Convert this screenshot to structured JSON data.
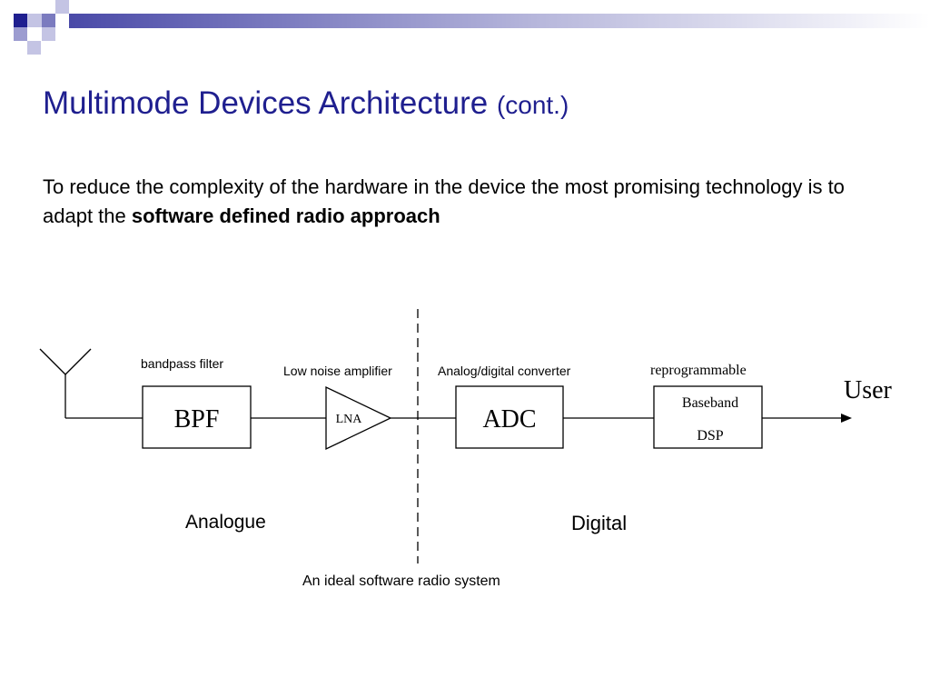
{
  "slide": {
    "title_main": "Multimode Devices Architecture",
    "title_suffix": "(cont.)",
    "body_prefix": "To reduce the complexity of the hardware in the device the most promising technology is to adapt the",
    "body_bold": "software defined radio approach"
  },
  "diagram": {
    "bpf_caption": "bandpass filter",
    "bpf_label": "BPF",
    "lna_caption": "Low noise amplifier",
    "lna_label": "LNA",
    "adc_caption": "Analog/digital converter",
    "adc_label": "ADC",
    "dsp_caption": "reprogrammable",
    "dsp_line1": "Baseband",
    "dsp_line2": "DSP",
    "output_label": "User",
    "analog_region": "Analogue",
    "digital_region": "Digital",
    "caption": "An ideal software radio system"
  },
  "colors": {
    "title": "#1f1f8f",
    "header_dark": "#1f1f8f",
    "header_mid": "#7b7bbf",
    "header_light": "#c4c4e4",
    "header_bar_start": "#4a4aa8"
  }
}
